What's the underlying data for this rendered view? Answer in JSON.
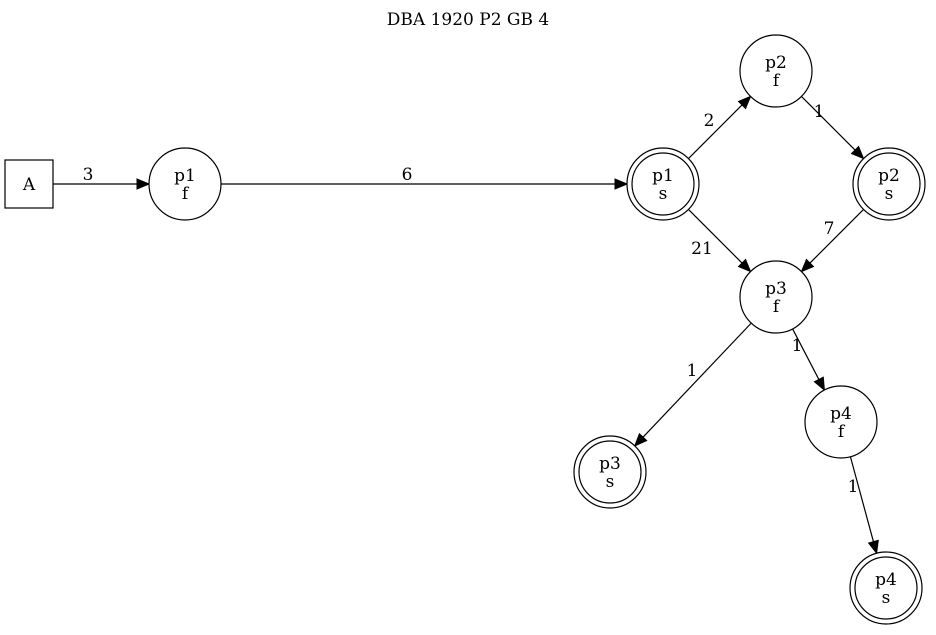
{
  "title": "DBA 1920 P2 GB 4",
  "nodes": [
    {
      "id": "A",
      "shape": "box",
      "line1": "A",
      "line2": ""
    },
    {
      "id": "p1f",
      "shape": "circle",
      "line1": "p1",
      "line2": "f"
    },
    {
      "id": "p1s",
      "shape": "doublecircle",
      "line1": "p1",
      "line2": "s"
    },
    {
      "id": "p2f",
      "shape": "circle",
      "line1": "p2",
      "line2": "f"
    },
    {
      "id": "p2s",
      "shape": "doublecircle",
      "line1": "p2",
      "line2": "s"
    },
    {
      "id": "p3f",
      "shape": "circle",
      "line1": "p3",
      "line2": "f"
    },
    {
      "id": "p3s",
      "shape": "doublecircle",
      "line1": "p3",
      "line2": "s"
    },
    {
      "id": "p4f",
      "shape": "circle",
      "line1": "p4",
      "line2": "f"
    },
    {
      "id": "p4s",
      "shape": "doublecircle",
      "line1": "p4",
      "line2": "s"
    }
  ],
  "edges": [
    {
      "from": "A",
      "to": "p1f",
      "label": "3"
    },
    {
      "from": "p1f",
      "to": "p1s",
      "label": "6"
    },
    {
      "from": "p1s",
      "to": "p2f",
      "label": "2"
    },
    {
      "from": "p2f",
      "to": "p2s",
      "label": "1"
    },
    {
      "from": "p1s",
      "to": "p3f",
      "label": "21"
    },
    {
      "from": "p2s",
      "to": "p3f",
      "label": "7"
    },
    {
      "from": "p3f",
      "to": "p3s",
      "label": "1"
    },
    {
      "from": "p3f",
      "to": "p4f",
      "label": "1"
    },
    {
      "from": "p4f",
      "to": "p4s",
      "label": "1"
    }
  ]
}
